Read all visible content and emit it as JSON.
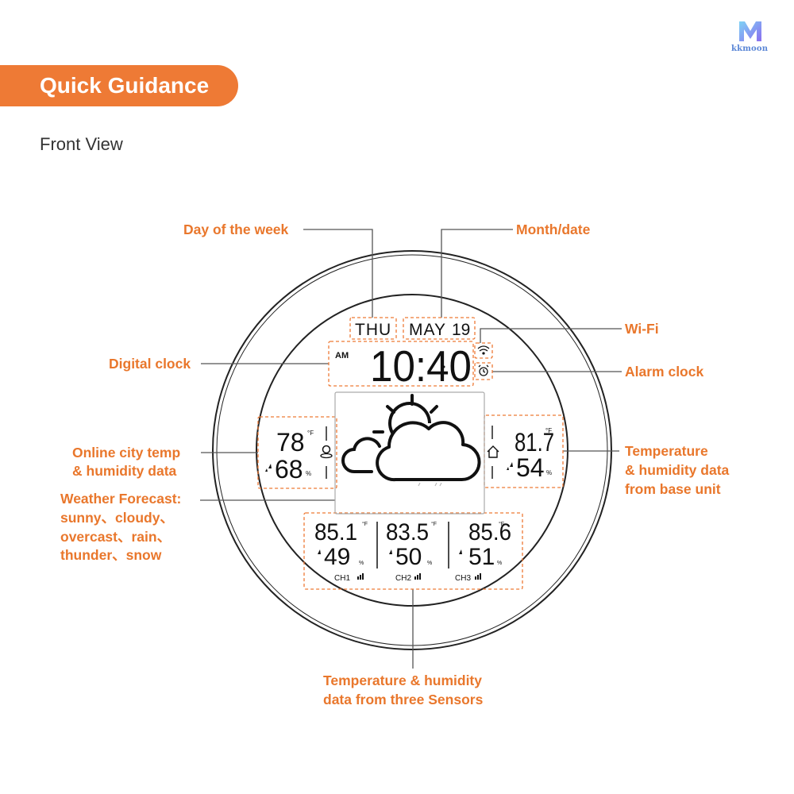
{
  "brand": {
    "logo_text": "kkmoon"
  },
  "banner": {
    "title": "Quick Guidance"
  },
  "subtitle": "Front View",
  "labels": {
    "day_of_week": "Day of the week",
    "month_date": "Month/date",
    "wifi": "Wi-Fi",
    "digital_clock": "Digital clock",
    "alarm_clock": "Alarm clock",
    "online_city": [
      "Online city temp",
      "& humidity data"
    ],
    "base_unit": [
      "Temperature",
      "& humidity data",
      "from base unit"
    ],
    "forecast": [
      "Weather Forecast:",
      "sunny、cloudy、",
      "overcast、rain、",
      "thunder、snow"
    ],
    "sensors": [
      "Temperature & humidity",
      "data from three  Sensors"
    ]
  },
  "display": {
    "day": "THU",
    "month": "MAY",
    "date": "19",
    "ampm": "AM",
    "time": "10:40",
    "city": {
      "temp": "78",
      "unit": "°F",
      "humidity": "68",
      "hum_unit": "%"
    },
    "base": {
      "temp": "81.7",
      "unit": "°F",
      "humidity": "54",
      "hum_unit": "%"
    },
    "channels": [
      {
        "temp": "85.1",
        "humidity": "49",
        "label": "CH1"
      },
      {
        "temp": "83.5",
        "humidity": "50",
        "label": "CH2"
      },
      {
        "temp": "85.6",
        "humidity": "51",
        "label": "CH3"
      }
    ],
    "temp_unit": "°F",
    "hum_unit": "%"
  },
  "colors": {
    "accent": "#ee7a35",
    "label": "#e9772c",
    "lcd": "#111111",
    "ring": "#222222"
  }
}
